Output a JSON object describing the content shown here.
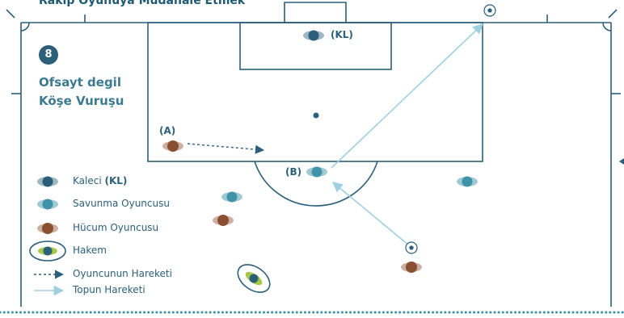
{
  "header_title": "Rakip Oyunuya Müdahale Etmek",
  "scenario_number": "8",
  "heading_lines": [
    "Ofsayt degil",
    "Köşe Vuruşu"
  ],
  "labels": {
    "keeper_tag": "(KL)",
    "player_a": "(A)",
    "player_b": "(B)"
  },
  "legend": {
    "keeper": "Kaleci",
    "keeper_tag": "(KL)",
    "defender": "Savunma Oyuncusu",
    "attacker": "Hücum Oyuncusu",
    "referee": "Hakem",
    "player_movement": "Oyuncunun Hareketi",
    "ball_movement": "Topun Hareketi"
  },
  "colors": {
    "line": "#2b5f7a",
    "keeper": "#2b5f7a",
    "defender": "#3f93a8",
    "attacker": "#8a4f30",
    "ball_arrow": "#9fd0e0",
    "referee_ring": "#2b5f7a",
    "referee_flag": "#a8c84a"
  }
}
